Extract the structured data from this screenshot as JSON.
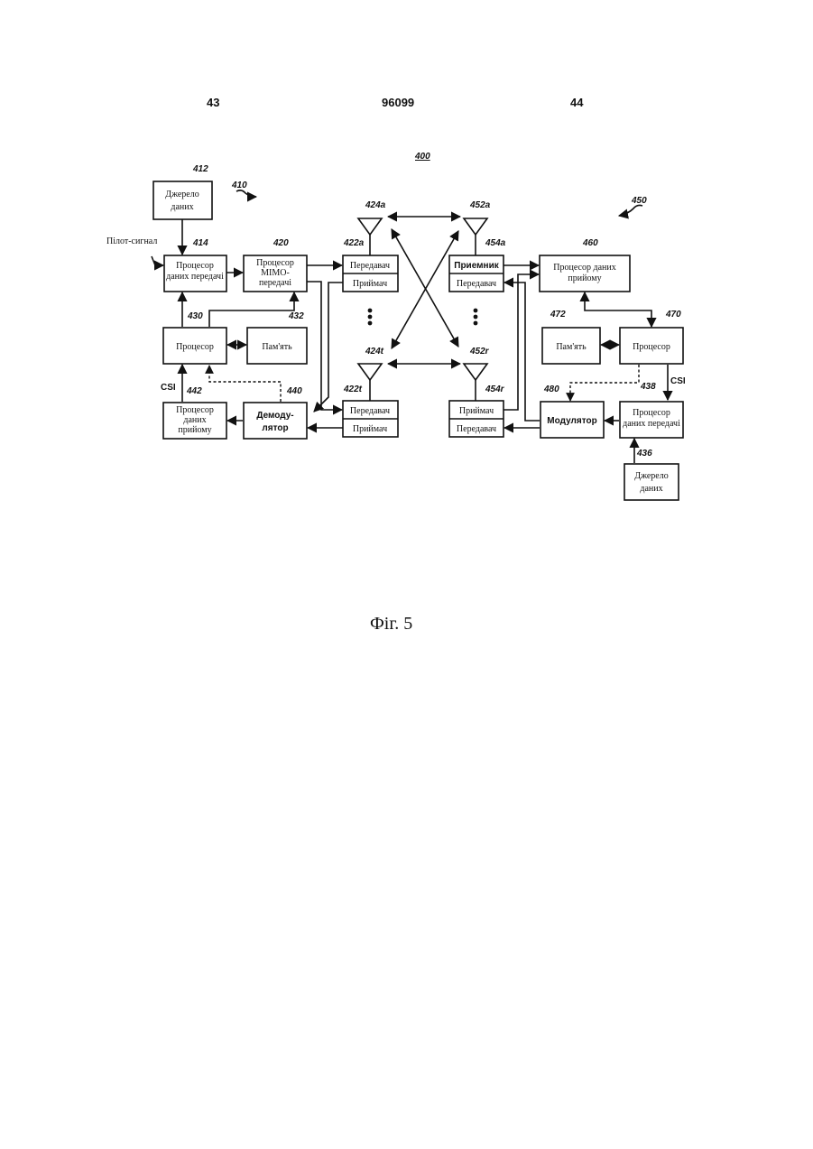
{
  "header": {
    "left_page": "43",
    "patent_number": "96099",
    "right_page": "44"
  },
  "figure_caption": "Фіг. 5",
  "diagram": {
    "system_ref": "400",
    "station_left_ref": "410",
    "station_right_ref": "450",
    "pilot_label": "Пілот-сигнал",
    "csi_left": "CSI",
    "csi_right": "CSI",
    "blocks": {
      "data_source_top": {
        "ref": "412",
        "lines": [
          "Джерело",
          "даних"
        ]
      },
      "tx_data_proc_left": {
        "ref": "414",
        "lines": [
          "Процесор",
          "даних передачі"
        ]
      },
      "mimo_proc": {
        "ref": "420",
        "lines": [
          "Процесор",
          "MIMO-",
          "передачі"
        ]
      },
      "processor_left": {
        "ref": "430",
        "lines": [
          "Процесор"
        ]
      },
      "memory_left": {
        "ref": "432",
        "lines": [
          "Пам'ять"
        ]
      },
      "rx_data_proc_left": {
        "ref": "442",
        "lines": [
          "Процесор",
          "даних",
          "прийому"
        ]
      },
      "demodulator": {
        "ref": "440",
        "lines": [
          "Демоду-",
          "лятор"
        ]
      },
      "transceiver_a_left": {
        "ref": "422a",
        "top": "Передавач",
        "bottom": "Приймач"
      },
      "transceiver_t_left": {
        "ref": "422t",
        "top": "Передавач",
        "bottom": "Приймач"
      },
      "antenna_a_left": {
        "ref": "424a"
      },
      "antenna_t_left": {
        "ref": "424t"
      },
      "antenna_a_right": {
        "ref": "452a"
      },
      "antenna_r_right": {
        "ref": "452r"
      },
      "transceiver_a_right": {
        "ref": "454a",
        "top": "Приемник",
        "bottom": "Передавач"
      },
      "transceiver_r_right": {
        "ref": "454r",
        "top": "Приймач",
        "bottom": "Передавач"
      },
      "rx_data_proc_right": {
        "ref": "460",
        "lines": [
          "Процесор даних",
          "прийому"
        ]
      },
      "memory_right": {
        "ref": "472",
        "lines": [
          "Пам'ять"
        ]
      },
      "processor_right": {
        "ref": "470",
        "lines": [
          "Процесор"
        ]
      },
      "modulator": {
        "ref": "480",
        "lines": [
          "Модулятор"
        ]
      },
      "tx_data_proc_right": {
        "ref": "438",
        "lines": [
          "Процесор",
          "даних передачі"
        ]
      },
      "data_source_bottom": {
        "ref": "436",
        "lines": [
          "Джерело",
          "даних"
        ]
      }
    }
  }
}
